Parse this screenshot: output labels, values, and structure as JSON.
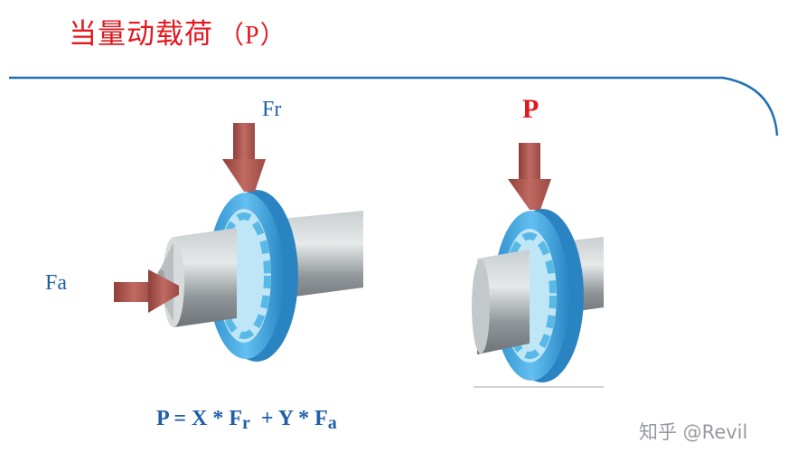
{
  "title": {
    "main": "当量动载荷",
    "paren": "（P）"
  },
  "labels": {
    "fr": "Fr",
    "fa": "Fa",
    "p": "P"
  },
  "formula": {
    "lhs": "P = X * F",
    "sub1": "r",
    "mid": "  + Y * F",
    "sub2": "a"
  },
  "watermark": "知乎 @Revil",
  "colors": {
    "title": "#e3171f",
    "label_blue": "#1f5fa8",
    "rule": "#1f6fb8",
    "arrow": "#a8524c",
    "ring": "#3fa3dc",
    "shaft": "#9aa0a3"
  }
}
